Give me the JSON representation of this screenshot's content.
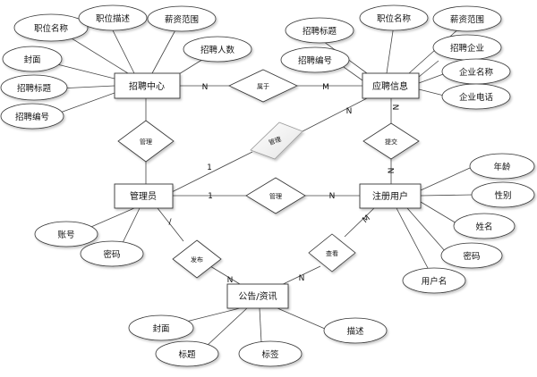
{
  "entities": {
    "recruit_center": "招聘中心",
    "application_info": "应聘信息",
    "admin": "管理员",
    "registered_user": "注册用户",
    "announcement": "公告/资讯"
  },
  "relationships": {
    "belongs_to": "属于",
    "manage_left": "管理",
    "manage_diag": "管理",
    "manage_mid": "管理",
    "submit": "提交",
    "publish": "发布",
    "view": "查看"
  },
  "attributes": {
    "recruit_center": [
      "职位名称",
      "职位描述",
      "薪资范围",
      "招聘人数",
      "封面",
      "招聘标题",
      "招聘编号"
    ],
    "application_info": [
      "职位名称",
      "薪资范围",
      "招聘标题",
      "招聘企业",
      "招聘编号",
      "企业名称",
      "企业电话"
    ],
    "registered_user": [
      "年龄",
      "性别",
      "姓名",
      "密码",
      "用户名"
    ],
    "admin": [
      "账号",
      "密码"
    ],
    "announcement": [
      "封面",
      "标题",
      "标签",
      "描述"
    ]
  },
  "cardinalities": {
    "rc_belongs": "N",
    "belongs_ai": "M",
    "ai_diag": "N",
    "diag_admin": "1",
    "admin_mid": "1",
    "mid_user": "N",
    "ai_submit": "N",
    "submit_user": "N",
    "admin_publish": "/",
    "publish_ann": "N",
    "ann_view": "N",
    "view_user": "M"
  }
}
